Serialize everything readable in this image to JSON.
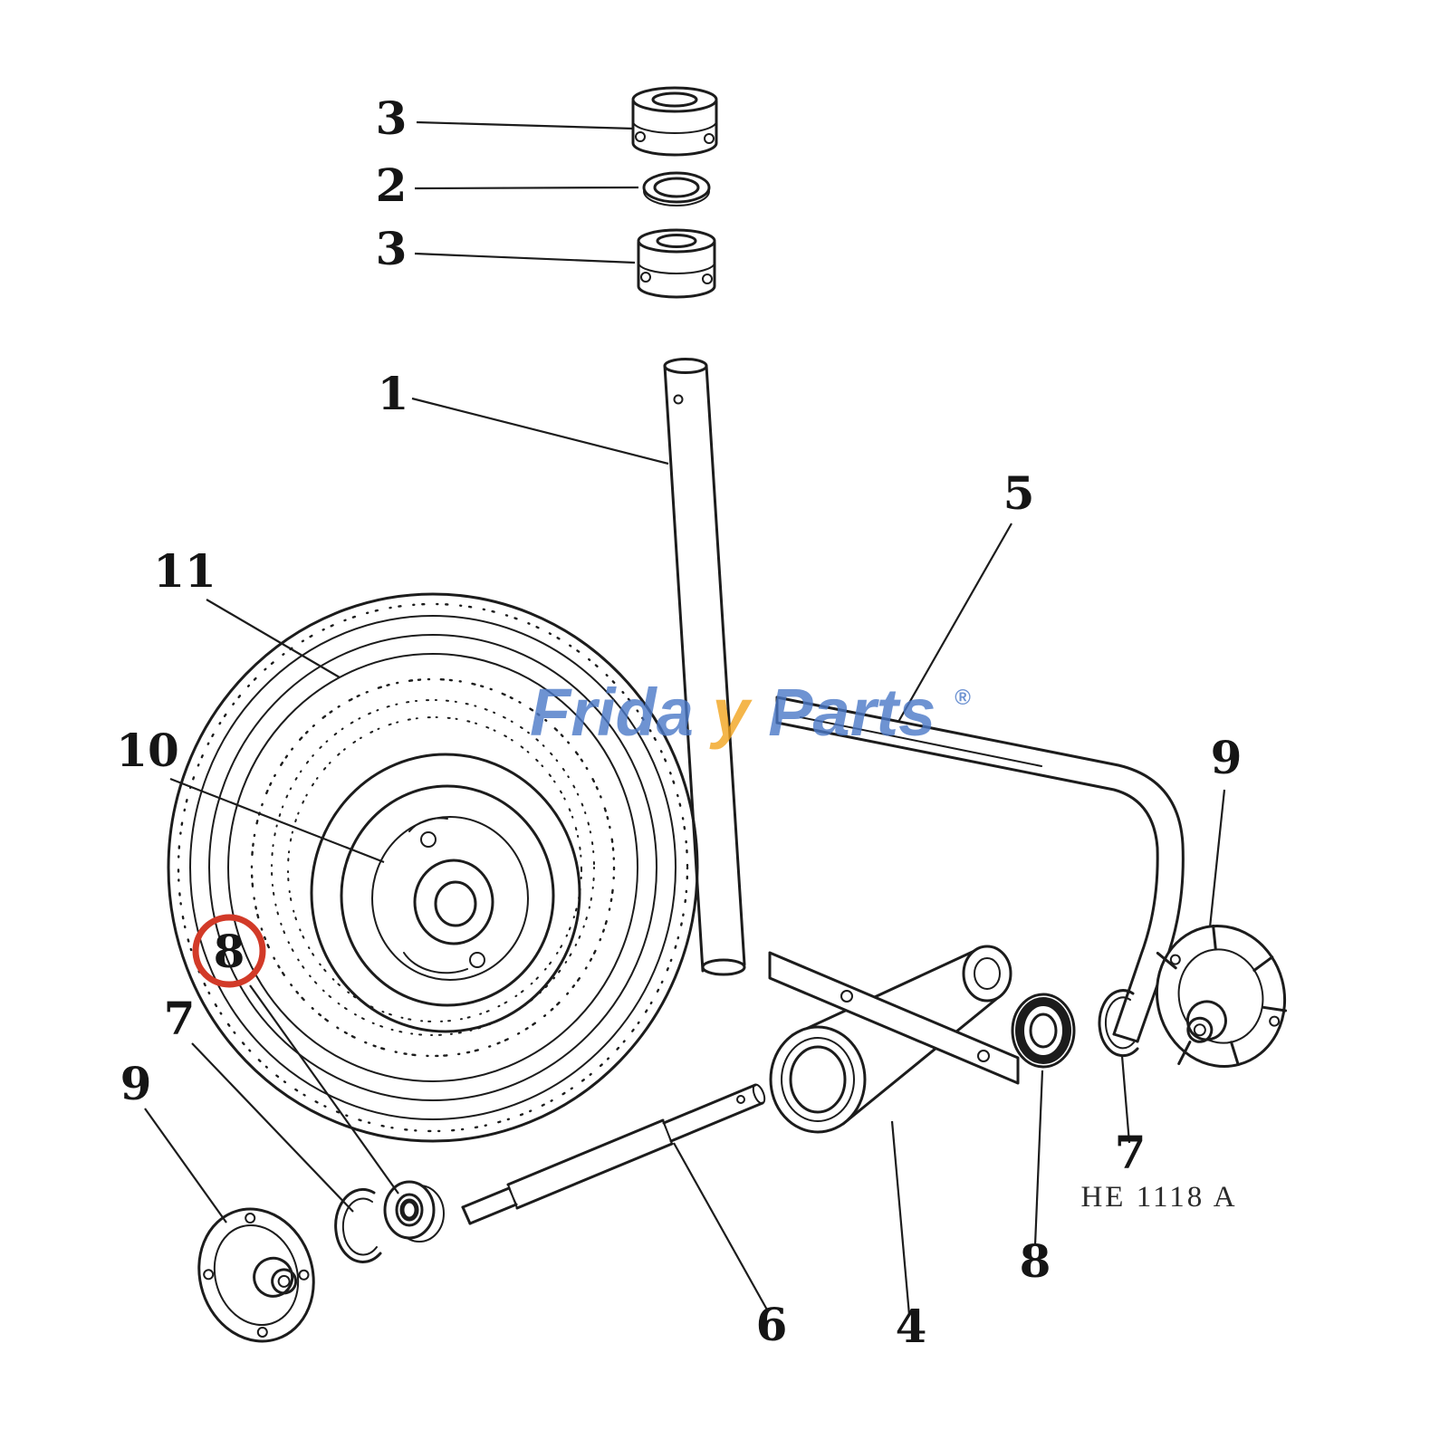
{
  "page": {
    "background": "#ffffff"
  },
  "colors": {
    "line": "#1c1c1c",
    "highlight": "#d23a28",
    "watermark_blue": "#4b79c8",
    "watermark_orange": "#f2a41f"
  },
  "watermark": {
    "pre": "Frida",
    "accent": "y",
    "post": "Parts",
    "registered": "®"
  },
  "diagram_code": "HE 1118 A",
  "callouts": {
    "top_collar": "3",
    "washer": "2",
    "lower_collar": "3",
    "post": "1",
    "arm": "5",
    "tire": "11",
    "rim": "10",
    "bearing_left": "8",
    "snap_ring_left": "7",
    "cap_left": "9",
    "axle": "6",
    "housing": "4",
    "bearing_right": "8",
    "snap_ring_right": "7",
    "cap_right": "9"
  }
}
